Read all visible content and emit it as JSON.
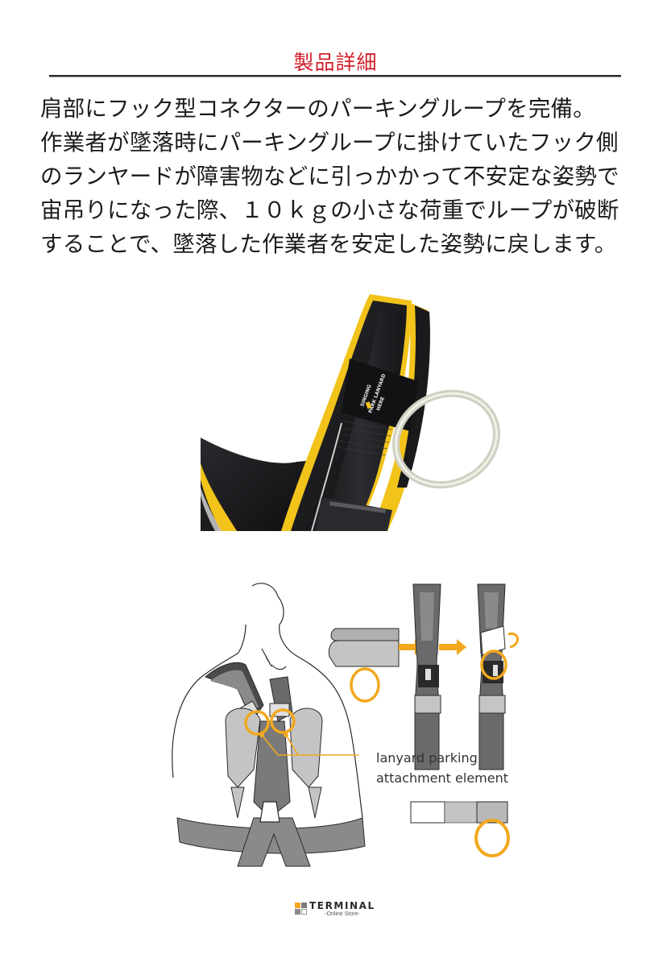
{
  "page": {
    "title": "製品詳細",
    "title_color": "#d0202a"
  },
  "description": {
    "lines": [
      "肩部にフック型コネクターのパーキングループを完備。",
      "作業者が墜落時にパーキングループに掛けていたフック側",
      "のランヤードが障害物などに引っかかって不安定な姿勢で",
      "宙吊りになった際、１０ｋｇの小さな荷重でループが破断",
      "することで、墜落した作業者を安定した姿勢に戻します。"
    ]
  },
  "product_photo": {
    "alt": "harness shoulder strap with lanyard parking loop",
    "tag_text": [
      "SINGING ROCK",
      "PARK LANYARD",
      "HERE"
    ],
    "colors": {
      "webbing": "#1a1a1c",
      "binding": "#f2c31a",
      "loop": "#d8d8cc"
    }
  },
  "diagram": {
    "callout": {
      "lines": [
        "lanyard parking",
        "attachment element"
      ]
    },
    "colors": {
      "accent": "#f2a81d",
      "strap": "#8a8a8a",
      "strap_light": "#c4c4c4",
      "outline": "#2a2a2a"
    }
  },
  "footer": {
    "logo": {
      "name": "TERMINAL",
      "sub": "-Online Store-",
      "squares": [
        "#f5a623",
        "#7a7a7a",
        "#8a8a8a",
        "#ffffff"
      ]
    }
  }
}
